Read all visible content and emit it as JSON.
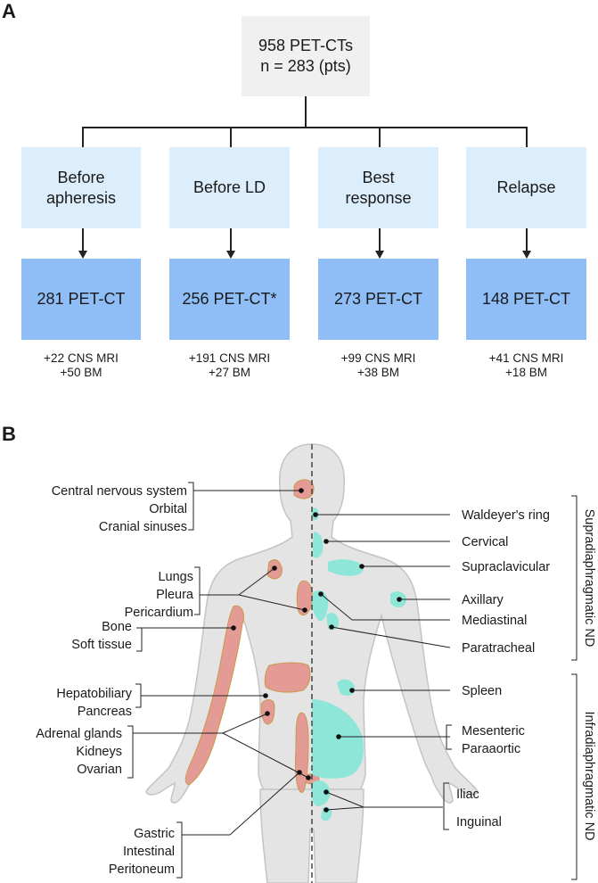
{
  "panel_a": {
    "letter": "A",
    "root": {
      "line1": "958 PET-CTs",
      "line2": "n = 283 (pts)"
    },
    "phases": [
      {
        "label_lines": [
          "Before",
          "apheresis"
        ],
        "count": "281 PET-CT",
        "extras": [
          "+22 CNS MRI",
          "+50 BM"
        ]
      },
      {
        "label_lines": [
          "Before LD"
        ],
        "count": "256 PET-CT*",
        "extras": [
          "+191 CNS MRI",
          "+27 BM"
        ]
      },
      {
        "label_lines": [
          "Best",
          "response"
        ],
        "count": "273 PET-CT",
        "extras": [
          "+99 CNS MRI",
          "+38 BM"
        ]
      },
      {
        "label_lines": [
          "Relapse"
        ],
        "count": "148 PET-CT",
        "extras": [
          "+41 CNS MRI",
          "+18 BM"
        ]
      }
    ]
  },
  "panel_b": {
    "letter": "B",
    "left_groups": [
      [
        "Central nervous system",
        "Orbital",
        "Cranial sinuses"
      ],
      [
        "Lungs",
        "Pleura",
        "Pericardium"
      ],
      [
        "Bone",
        "Soft tissue"
      ],
      [
        "Hepatobiliary",
        "Pancreas"
      ],
      [
        "Adrenal glands",
        "Kidneys",
        "Ovarian"
      ],
      [
        "Gastric",
        "Intestinal",
        "Peritoneum"
      ]
    ],
    "right_labels": {
      "waldeyer": "Waldeyer's ring",
      "cervical": "Cervical",
      "supraclavicular": "Supraclavicular",
      "axillary": "Axillary",
      "mediastinal": "Mediastinal",
      "paratracheal": "Paratracheal",
      "spleen": "Spleen",
      "mesenteric": "Mesenteric",
      "paraaortic": "Paraaortic",
      "iliac": "Iliac",
      "inguinal": "Inguinal"
    },
    "vertical_labels": {
      "supra": "Supradiaphragmatic ND",
      "infra": "Infradiaphragmatic ND"
    },
    "colors": {
      "extranodal": "#e49a95",
      "nodal": "#8de6d8",
      "body_fill": "#e4e4e4",
      "body_stroke": "#c4c4c4"
    }
  }
}
